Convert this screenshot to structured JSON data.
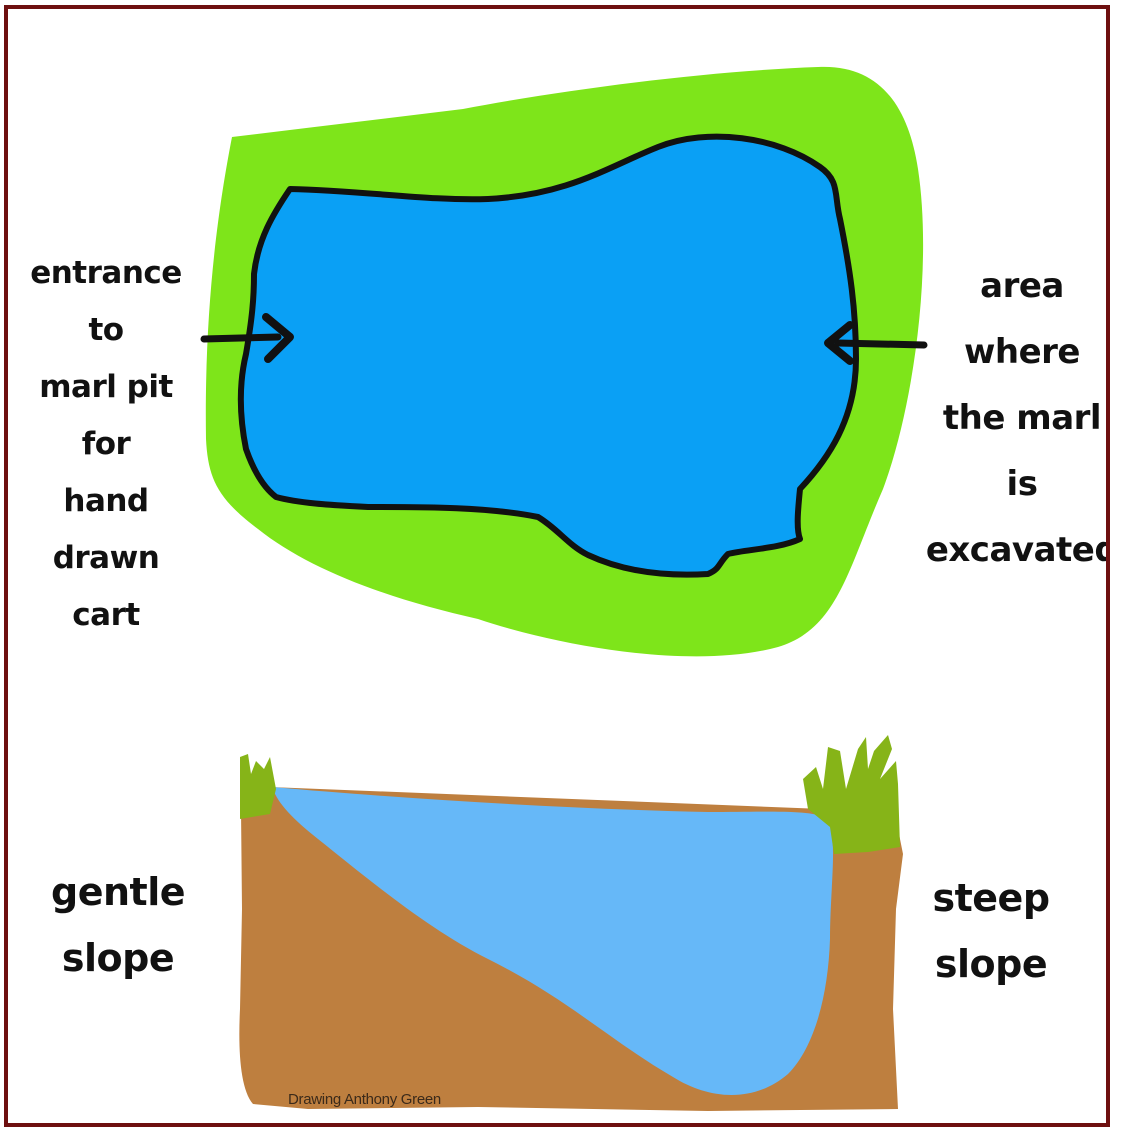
{
  "labels": {
    "entrance": "entrance to\nmarl pit for\nhand drawn\ncart",
    "excavated": "area where\nthe marl is\nexcavated",
    "gentle_slope": "gentle\nslope",
    "steep_slope": "steep\nslope"
  },
  "credit": "Drawing Anthony Green",
  "colors": {
    "border": "#6e1010",
    "grass": "#7ee51a",
    "water_plan": "#0aa0f5",
    "water_section": "#66b8f8",
    "soil": "#be7f3f",
    "vegetation": "#86b418",
    "outline": "#111111"
  }
}
